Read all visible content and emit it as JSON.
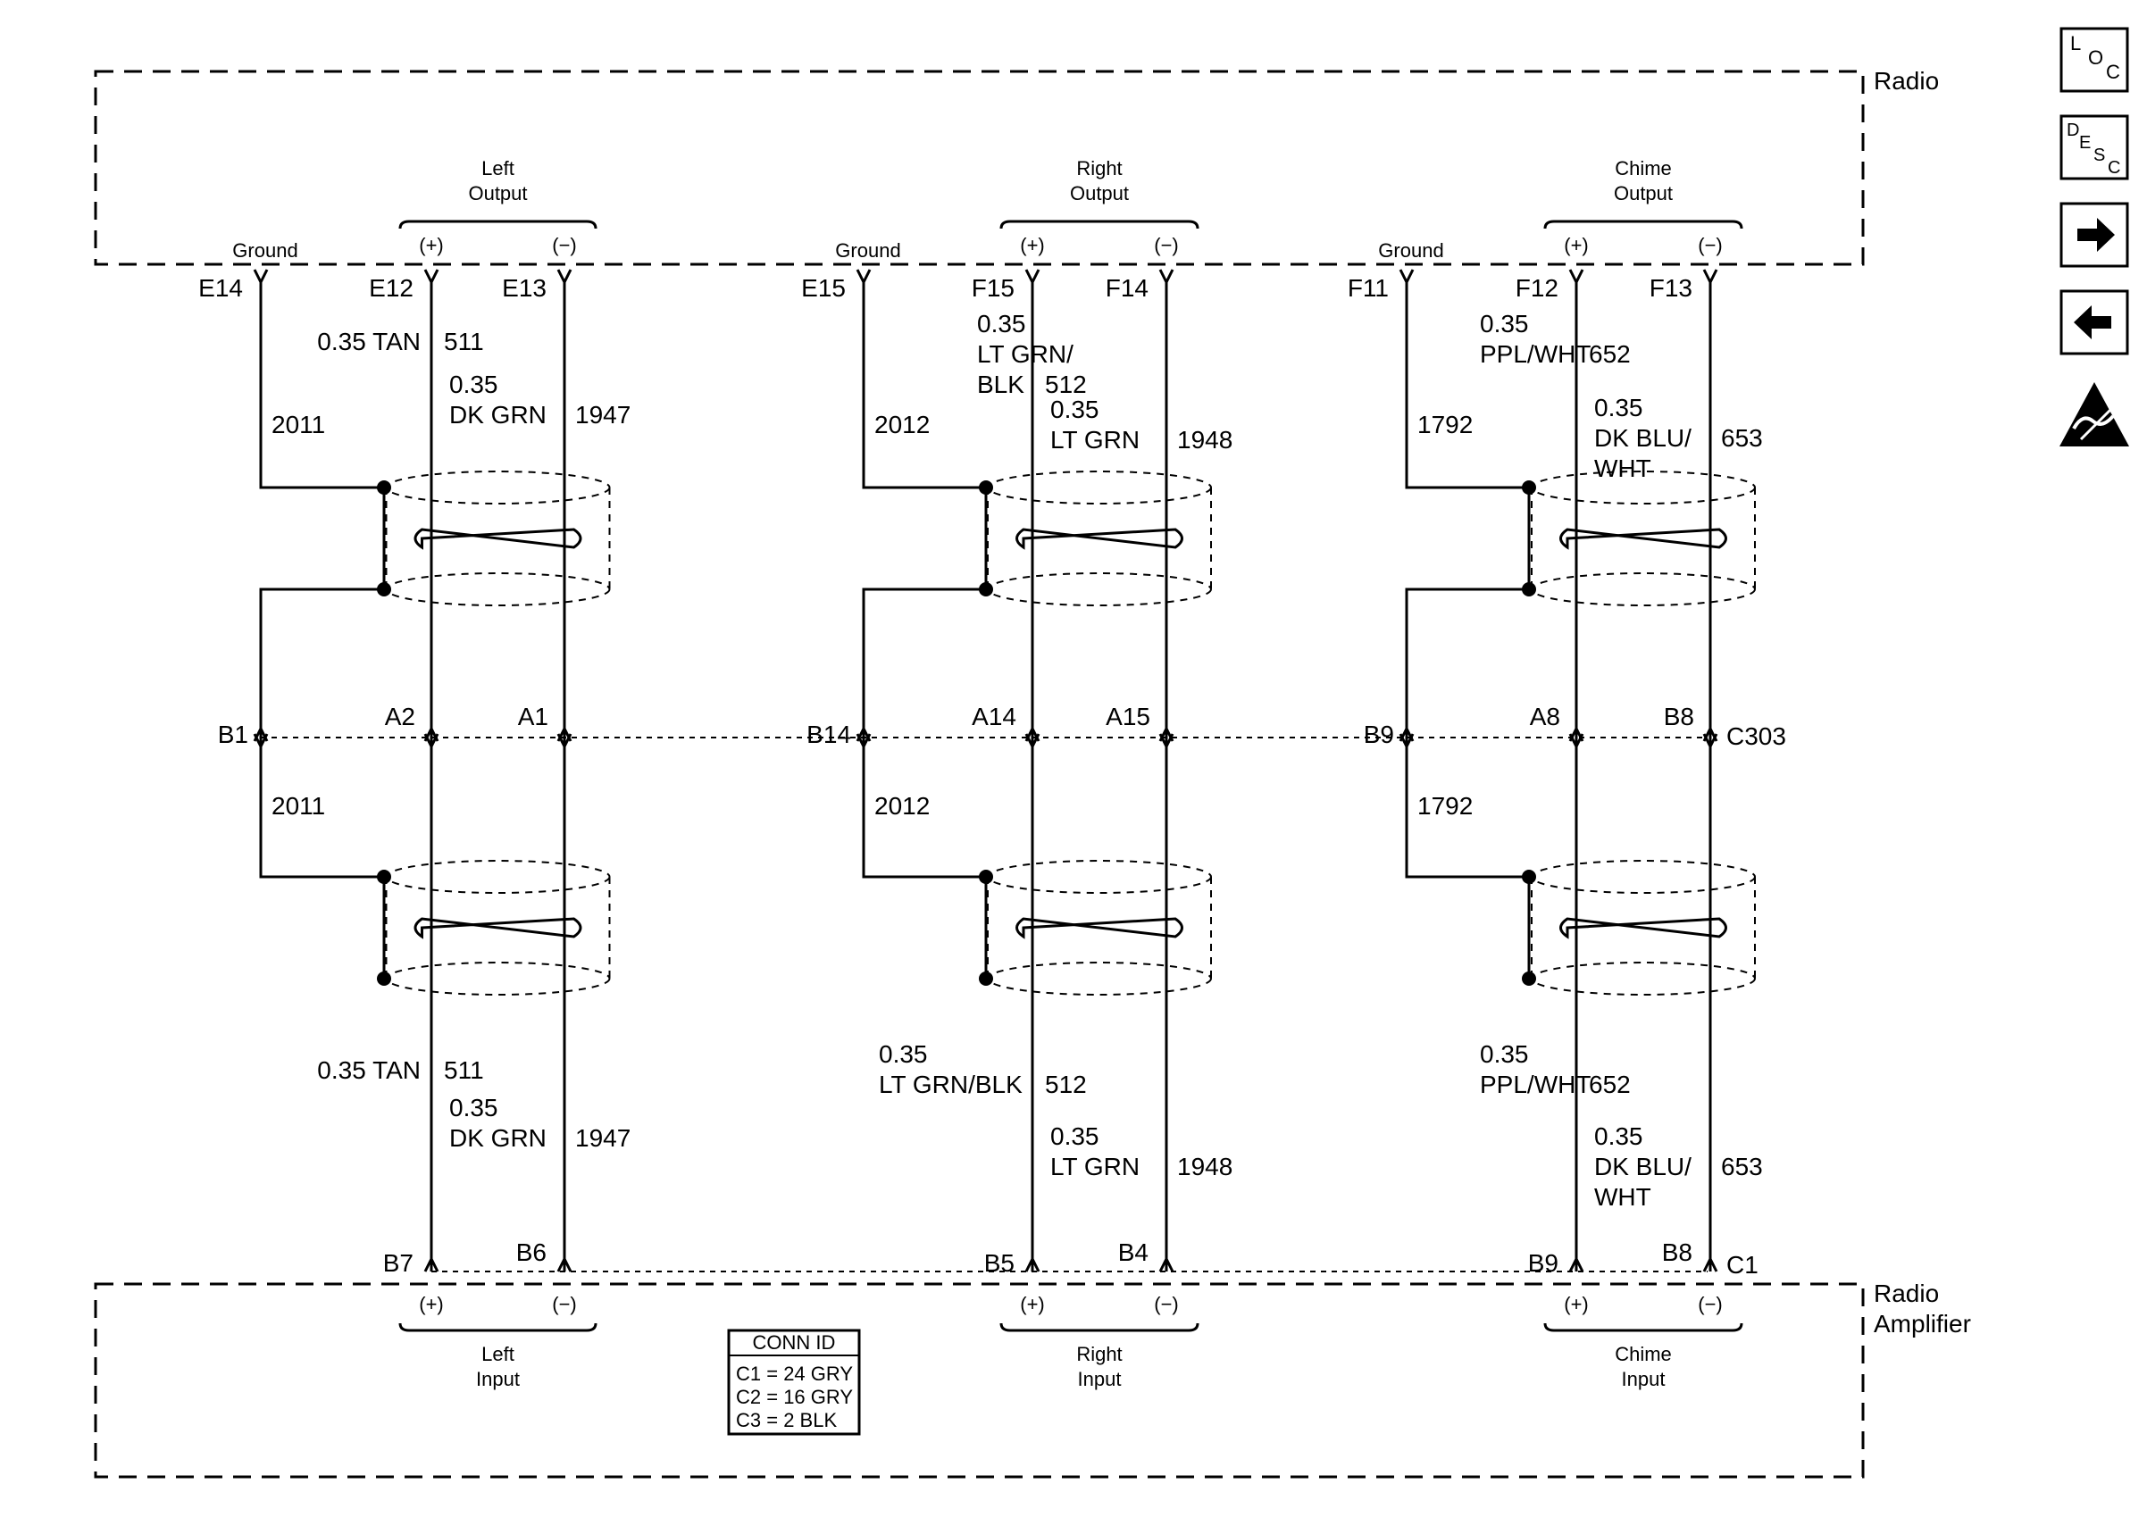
{
  "modules": {
    "radio": "Radio",
    "radio_amplifier": [
      "Radio",
      "Amplifier"
    ]
  },
  "radio_groups": [
    {
      "id": "left",
      "title": [
        "Left",
        "Output"
      ],
      "ground": "Ground",
      "plus": "(+)",
      "minus": "(−)",
      "ground_pin": "E14",
      "plus_pin": "E12",
      "minus_pin": "E13"
    },
    {
      "id": "right",
      "title": [
        "Right",
        "Output"
      ],
      "ground": "Ground",
      "plus": "(+)",
      "minus": "(−)",
      "ground_pin": "E15",
      "plus_pin": "F15",
      "minus_pin": "F14"
    },
    {
      "id": "chime",
      "title": [
        "Chime",
        "Output"
      ],
      "ground": "Ground",
      "plus": "(+)",
      "minus": "(−)",
      "ground_pin": "F11",
      "plus_pin": "F12",
      "minus_pin": "F13"
    }
  ],
  "c303": {
    "label": "C303",
    "pins": [
      "B1",
      "A2",
      "A1",
      "B14",
      "A14",
      "A15",
      "B9",
      "A8",
      "B8"
    ]
  },
  "c1": {
    "label": "C1",
    "pins": [
      "B7",
      "B6",
      "B5",
      "B4",
      "B9",
      "B8"
    ]
  },
  "amp_groups": [
    {
      "id": "left",
      "title": [
        "Left",
        "Input"
      ],
      "plus": "(+)",
      "minus": "(−)"
    },
    {
      "id": "right",
      "title": [
        "Right",
        "Input"
      ],
      "plus": "(+)",
      "minus": "(−)"
    },
    {
      "id": "chime",
      "title": [
        "Chime",
        "Input"
      ],
      "plus": "(+)",
      "minus": "(−)"
    }
  ],
  "drain_circuits": [
    "2011",
    "2011",
    "2012",
    "2012",
    "1792",
    "1792"
  ],
  "wire_labels_upper": {
    "left_plus": {
      "lines": [
        "0.35 TAN"
      ],
      "circuit": "511"
    },
    "left_minus": {
      "lines": [
        "0.35",
        "DK GRN"
      ],
      "circuit": "1947"
    },
    "right_plus": {
      "lines": [
        "0.35",
        "LT GRN/",
        "BLK"
      ],
      "circuit": "512"
    },
    "right_minus": {
      "lines": [
        "0.35",
        "LT GRN"
      ],
      "circuit": "1948"
    },
    "chime_plus": {
      "lines": [
        "0.35",
        "PPL/WHT"
      ],
      "circuit": "652"
    },
    "chime_minus": {
      "lines": [
        "0.35",
        "DK BLU/",
        "WHT"
      ],
      "circuit": "653"
    }
  },
  "wire_labels_lower": {
    "left_plus": {
      "lines": [
        "0.35 TAN"
      ],
      "circuit": "511"
    },
    "left_minus": {
      "lines": [
        "0.35",
        "DK GRN"
      ],
      "circuit": "1947"
    },
    "right_plus": {
      "lines": [
        "0.35",
        "LT GRN/BLK"
      ],
      "circuit": "512"
    },
    "right_minus": {
      "lines": [
        "0.35",
        "LT GRN"
      ],
      "circuit": "1948"
    },
    "chime_plus": {
      "lines": [
        "0.35",
        "PPL/WHT"
      ],
      "circuit": "652"
    },
    "chime_minus": {
      "lines": [
        "0.35",
        "DK BLU/",
        "WHT"
      ],
      "circuit": "653"
    }
  },
  "conn_id": {
    "title": "CONN ID",
    "rows": [
      "C1 = 24 GRY",
      "C2 = 16 GRY",
      "C3 = 2 BLK"
    ]
  },
  "toolbar": {
    "loc": [
      "L",
      "O",
      "C"
    ],
    "desc": [
      "D",
      "E",
      "S",
      "C"
    ],
    "icons": [
      "loc-icon",
      "desc-icon",
      "arrow-right-icon",
      "arrow-left-icon",
      "esd-warning-icon"
    ]
  }
}
